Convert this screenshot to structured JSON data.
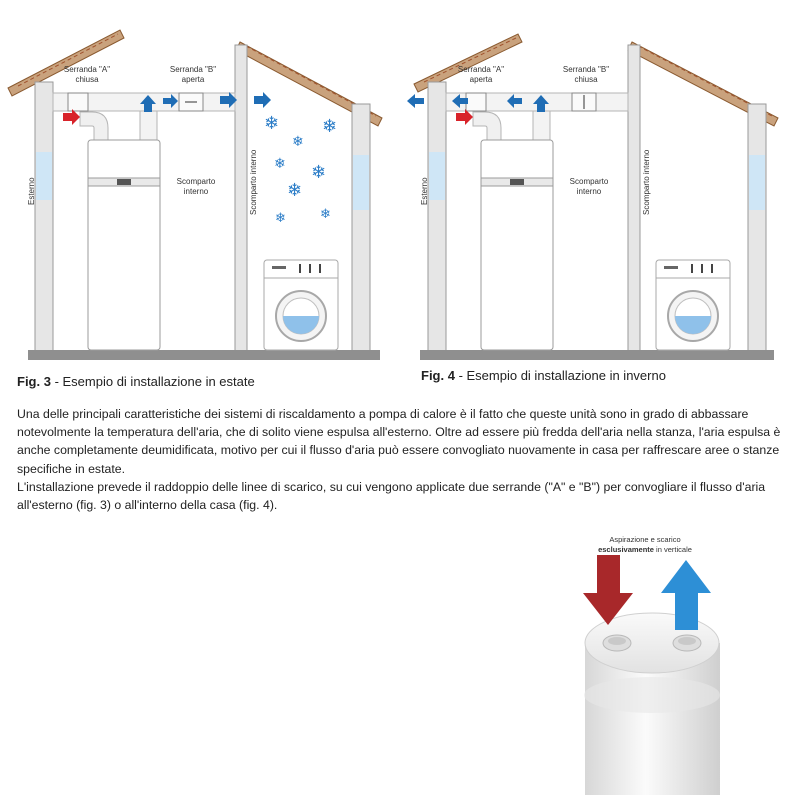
{
  "fig3": {
    "number": "Fig. 3",
    "caption": " - Esempio di installazione in estate",
    "labels": {
      "damper_a_title": "Serranda \"A\"",
      "damper_a_state": "chiusa",
      "damper_b_title": "Serranda \"B\"",
      "damper_b_state": "aperta",
      "outside": "Esterno",
      "room_line1": "Scomparto",
      "room_line2": "interno",
      "room_vertical": "Scomparto interno"
    }
  },
  "fig4": {
    "number": "Fig. 4",
    "caption": " - Esempio di installazione in inverno",
    "labels": {
      "damper_a_title": "Serranda \"A\"",
      "damper_a_state": "aperta",
      "damper_b_title": "Serranda \"B\"",
      "damper_b_state": "chiusa",
      "outside": "Esterno",
      "room_line1": "Scomparto",
      "room_line2": "interno",
      "room_vertical": "Scomparto interno"
    }
  },
  "text": {
    "p1": "Una delle principali caratteristiche dei sistemi di riscaldamento a pompa di calore è il fatto che queste unità sono in grado di abbassare notevolmente la temperatura dell'aria, che di solito viene espulsa all'esterno. Oltre ad essere più fredda dell'aria nella stanza, l'aria espulsa è anche completamente deumidificata, motivo per cui il flusso d'aria può essere convogliato nuovamente in casa per raffrescare aree o stanze specifiche in estate.",
    "p2": "L'installazione prevede il raddoppio delle linee di scarico, su cui vengono applicate due serrande (\"A\" e \"B\") per convogliare il flusso d'aria all'esterno (fig. 3) o all'interno della casa (fig. 4)."
  },
  "product": {
    "label_line1": "Aspirazione e scarico",
    "label_bold": "esclusivamente",
    "label_rest": " in verticale"
  },
  "colors": {
    "wall": "#e6e6e6",
    "roof": "#c0602a",
    "arrow_blue": "#1f6db5",
    "arrow_red": "#d8232a",
    "glass": "#cfe6f6",
    "snow": "#2a7cc7"
  }
}
